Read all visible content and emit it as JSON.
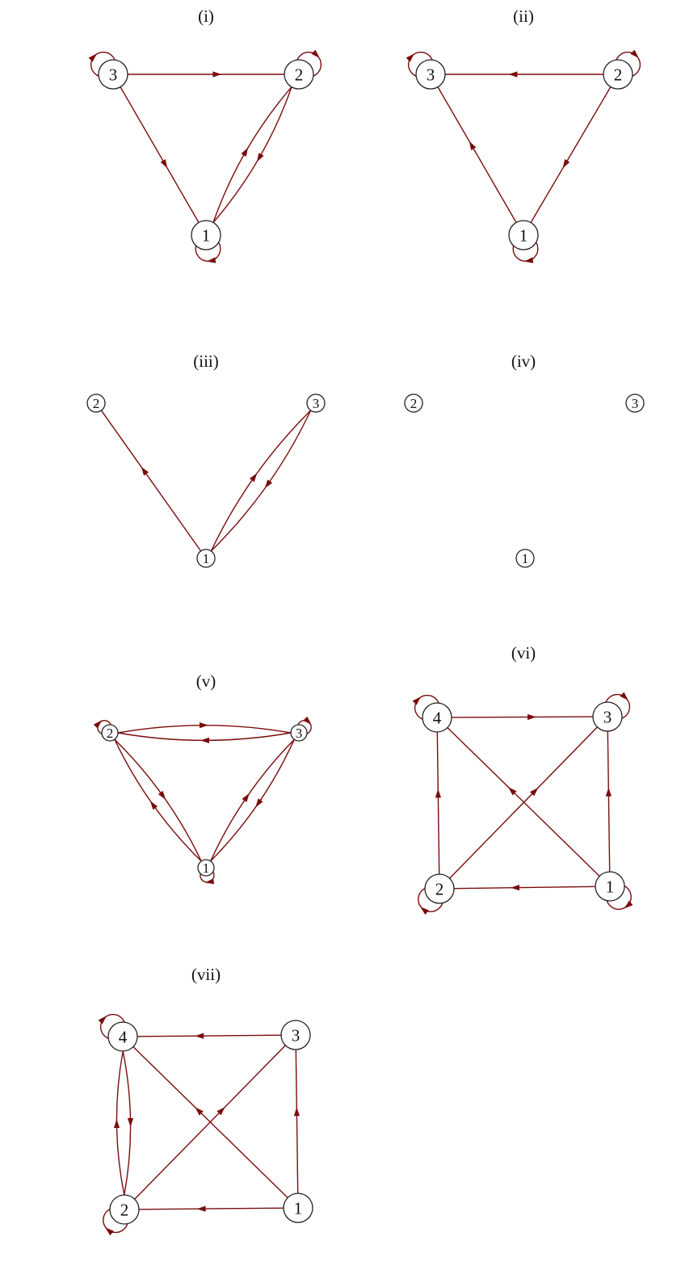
{
  "colors": {
    "edge": "#7a0c0c",
    "node_stroke": "#222222",
    "node_fill": "#ffffff",
    "text": "#111111",
    "background": "#ffffff"
  },
  "panels": [
    {
      "id": "i",
      "title": "(i)",
      "nodes": [
        {
          "id": "3",
          "label": "3"
        },
        {
          "id": "2",
          "label": "2"
        },
        {
          "id": "1",
          "label": "1"
        }
      ],
      "edges": [
        {
          "from": "3",
          "to": "2"
        },
        {
          "from": "3",
          "to": "1"
        },
        {
          "from": "1",
          "to": "2"
        },
        {
          "from": "2",
          "to": "1"
        },
        {
          "from": "1",
          "to": "1"
        },
        {
          "from": "2",
          "to": "2"
        },
        {
          "from": "3",
          "to": "3"
        }
      ]
    },
    {
      "id": "ii",
      "title": "(ii)",
      "nodes": [
        {
          "id": "3",
          "label": "3"
        },
        {
          "id": "2",
          "label": "2"
        },
        {
          "id": "1",
          "label": "1"
        }
      ],
      "edges": [
        {
          "from": "2",
          "to": "3"
        },
        {
          "from": "1",
          "to": "3"
        },
        {
          "from": "2",
          "to": "1"
        },
        {
          "from": "1",
          "to": "1"
        },
        {
          "from": "2",
          "to": "2"
        },
        {
          "from": "3",
          "to": "3"
        }
      ]
    },
    {
      "id": "iii",
      "title": "(iii)",
      "nodes": [
        {
          "id": "2",
          "label": "2"
        },
        {
          "id": "3",
          "label": "3"
        },
        {
          "id": "1",
          "label": "1"
        }
      ],
      "edges": [
        {
          "from": "1",
          "to": "2"
        },
        {
          "from": "1",
          "to": "3"
        },
        {
          "from": "3",
          "to": "1"
        }
      ]
    },
    {
      "id": "iv",
      "title": "(iv)",
      "nodes": [
        {
          "id": "2",
          "label": "2"
        },
        {
          "id": "3",
          "label": "3"
        },
        {
          "id": "1",
          "label": "1"
        }
      ],
      "edges": []
    },
    {
      "id": "v",
      "title": "(v)",
      "nodes": [
        {
          "id": "2",
          "label": "2"
        },
        {
          "id": "3",
          "label": "3"
        },
        {
          "id": "1",
          "label": "1"
        }
      ],
      "edges": [
        {
          "from": "2",
          "to": "3"
        },
        {
          "from": "3",
          "to": "2"
        },
        {
          "from": "2",
          "to": "1"
        },
        {
          "from": "1",
          "to": "2"
        },
        {
          "from": "1",
          "to": "3"
        },
        {
          "from": "3",
          "to": "1"
        },
        {
          "from": "1",
          "to": "1"
        },
        {
          "from": "2",
          "to": "2"
        },
        {
          "from": "3",
          "to": "3"
        }
      ]
    },
    {
      "id": "vi",
      "title": "(vi)",
      "nodes": [
        {
          "id": "4",
          "label": "4"
        },
        {
          "id": "3",
          "label": "3"
        },
        {
          "id": "2",
          "label": "2"
        },
        {
          "id": "1",
          "label": "1"
        }
      ],
      "edges": [
        {
          "from": "4",
          "to": "3"
        },
        {
          "from": "2",
          "to": "4"
        },
        {
          "from": "1",
          "to": "3"
        },
        {
          "from": "1",
          "to": "2"
        },
        {
          "from": "2",
          "to": "3"
        },
        {
          "from": "1",
          "to": "4"
        },
        {
          "from": "4",
          "to": "4"
        },
        {
          "from": "3",
          "to": "3"
        },
        {
          "from": "2",
          "to": "2"
        },
        {
          "from": "1",
          "to": "1"
        }
      ]
    },
    {
      "id": "vii",
      "title": "(vii)",
      "nodes": [
        {
          "id": "4",
          "label": "4"
        },
        {
          "id": "3",
          "label": "3"
        },
        {
          "id": "2",
          "label": "2"
        },
        {
          "id": "1",
          "label": "1"
        }
      ],
      "edges": [
        {
          "from": "3",
          "to": "4"
        },
        {
          "from": "2",
          "to": "4"
        },
        {
          "from": "4",
          "to": "2"
        },
        {
          "from": "1",
          "to": "2"
        },
        {
          "from": "1",
          "to": "3"
        },
        {
          "from": "2",
          "to": "3"
        },
        {
          "from": "1",
          "to": "4"
        },
        {
          "from": "4",
          "to": "4"
        },
        {
          "from": "2",
          "to": "2"
        }
      ]
    }
  ]
}
